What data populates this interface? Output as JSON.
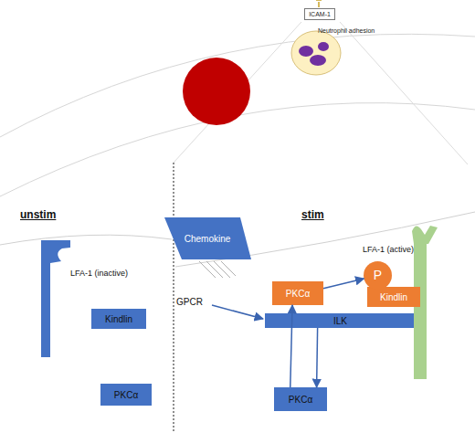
{
  "diagram": {
    "nodes": [
      {
        "text": [
          "ICAM-1"
        ]
      },
      {
        "text": [
          "Neutrophil adhesion"
        ]
      },
      {
        "text": [
          "LFA-1 (inactive)"
        ]
      },
      {
        "text": [
          "Kindlin"
        ]
      },
      {
        "text": [
          "PKCα"
        ]
      },
      {
        "text": [
          "Chemokine"
        ]
      },
      {
        "text": [
          "PKCα"
        ]
      },
      {
        "text": [
          "P"
        ]
      },
      {
        "text": [
          "Kindlin"
        ]
      },
      {
        "text": [
          "ILK"
        ]
      },
      {
        "text": [
          "PKCα"
        ]
      },
      {
        "text": [
          "LFA-1 (active)"
        ]
      }
    ],
    "edges": [
      {
        "from": 6,
        "to": 7,
        "arrow": "to"
      },
      {
        "from": 10,
        "to": 6,
        "arrow": "to"
      },
      {
        "from": 9,
        "to": 10,
        "arrow": "to"
      }
    ],
    "labels": [
      "unstim",
      "stim",
      "GPCR"
    ]
  }
}
